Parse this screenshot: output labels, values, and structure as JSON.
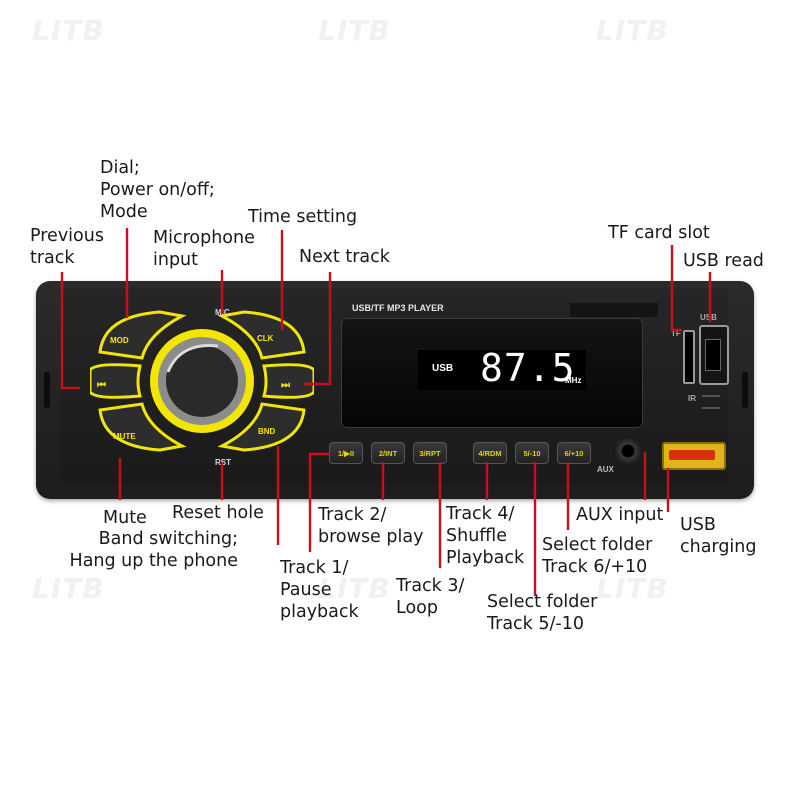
{
  "watermark": "LITB",
  "device": {
    "title": "USB/TF MP3 PLAYER",
    "display": {
      "source": "USB",
      "frequency": "87.5",
      "unit": "MHz"
    },
    "knob_buttons": {
      "mod": "MOD",
      "clk": "CLK",
      "mute": "MUTE",
      "bnd": "BND",
      "prev": "⏮",
      "next": "⏭"
    },
    "labels": {
      "mic": "MIC",
      "rst": "RST",
      "tf": "TF",
      "usb": "USB",
      "ir": "IR",
      "aux": "AUX"
    },
    "preset_buttons": [
      "1/▶II",
      "2/INT",
      "3/RPT",
      "4/RDM",
      "5/-10",
      "6/+10"
    ]
  },
  "callouts": {
    "dial": [
      "Dial;",
      "Power on/off;",
      "Mode"
    ],
    "time_setting": "Time setting",
    "previous_track": [
      "Previous",
      "track"
    ],
    "microphone": [
      "Microphone",
      "input"
    ],
    "next_track": "Next track",
    "tf_card": "TF card slot",
    "usb_read": "USB read",
    "mute": "Mute",
    "reset": "Reset hole",
    "band": [
      "Band switching;",
      "Hang up the phone"
    ],
    "track1": [
      "Track 1/",
      "Pause",
      "playback"
    ],
    "track2": [
      "Track 2/",
      "browse play"
    ],
    "track3": [
      "Track 3/",
      "Loop"
    ],
    "track4": [
      "Track 4/",
      "Shuffle",
      "Playback"
    ],
    "track5": [
      "Select folder",
      "Track 5/-10"
    ],
    "track6": [
      "Select folder",
      "Track 6/+10"
    ],
    "aux": "AUX input",
    "usb_charging": [
      "USB",
      "charging"
    ]
  },
  "colors": {
    "accent_yellow": "#f2e600",
    "callout_red": "#c8101a",
    "body": "#202020"
  }
}
